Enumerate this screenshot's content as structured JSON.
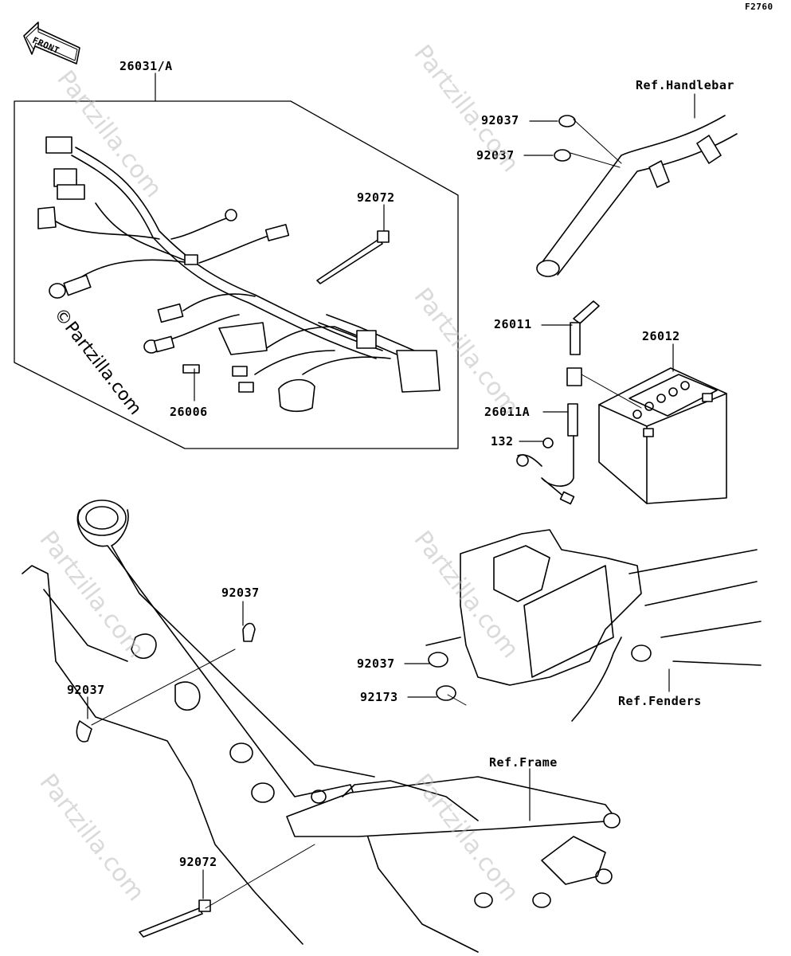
{
  "figure_code": "F2760",
  "front_arrow": {
    "text": "FRONT"
  },
  "watermarks": {
    "brand": "Partzilla.com",
    "brand_prefix": "©"
  },
  "labels": {
    "harness": "26031/A",
    "fuse_cover": "26006",
    "tie_upper": "92072",
    "clamp_a": "92037",
    "clamp_b": "92037",
    "ref_handlebar": "Ref.Handlebar",
    "lead_pos": "26011",
    "battery": "26012",
    "lead_neg": "26011A",
    "bolt": "132",
    "clamp_frame": "92037",
    "clamp_frame_left": "92037",
    "clamp_tray": "92037",
    "holder": "92173",
    "ref_fenders": "Ref.Fenders",
    "ref_frame": "Ref.Frame",
    "tie_lower": "92072"
  }
}
